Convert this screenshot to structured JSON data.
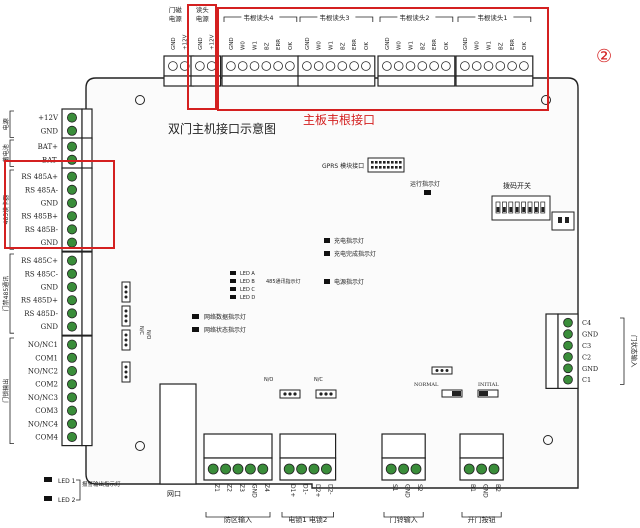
{
  "marker": "②",
  "board_title": "双门主机接口示意图",
  "mainboard_label": "主板韦根接口",
  "gprs_label": "GPRS 模块接口",
  "run_led_label": "运行指示灯",
  "dip_label": "拨码开关",
  "charge_led_label": "充电指示灯",
  "charge_done_label": "充电完成指示灯",
  "power_led_label": "电源指示灯",
  "net_data_led_label": "网络数据指示灯",
  "net_status_led_label": "网络状态指示灯",
  "rs485_led_label": "485通讯指示灯",
  "rs485_leds": [
    "LED A",
    "LED B",
    "LED C",
    "LED D"
  ],
  "nc_no": [
    "N/C",
    "N/O",
    "N/O",
    "N/C"
  ],
  "normal_label": "NORMAL",
  "initial_label": "INITIAL",
  "led1_label": "LED 1",
  "led2_label": "LED 2",
  "alarm_led_label": "报警输出指示灯",
  "network_label": "网口",
  "top_groups": [
    {
      "label": "门磁电源",
      "pins": [
        "GND",
        "+12V"
      ]
    },
    {
      "label": "读头电源",
      "pins": [
        "GND",
        "+12V"
      ]
    },
    {
      "label": "韦根读头4",
      "pins": [
        "GND",
        "W0",
        "W1",
        "BZ",
        "ERR",
        "OK"
      ]
    },
    {
      "label": "韦根读头3",
      "pins": [
        "GND",
        "W0",
        "W1",
        "BZ",
        "ERR",
        "OK"
      ]
    },
    {
      "label": "韦根读头2",
      "pins": [
        "GND",
        "W0",
        "W1",
        "BZ",
        "ERR",
        "OK"
      ]
    },
    {
      "label": "韦根读头1",
      "pins": [
        "GND",
        "W0",
        "W1",
        "BZ",
        "ERR",
        "OK"
      ]
    }
  ],
  "left_groups": [
    {
      "label": "电源",
      "pins": [
        "+12V",
        "GND"
      ]
    },
    {
      "label": "蓄电池",
      "pins": [
        "BAT+",
        "BAT-"
      ]
    },
    {
      "label": "485读卡器",
      "pins": [
        "RS 485A+",
        "RS 485A-",
        "GND",
        "RS 485B+",
        "RS 485B-",
        "GND"
      ]
    },
    {
      "label": "门禁485通讯",
      "pins": [
        "RS 485C+",
        "RS 485C-",
        "GND",
        "RS 485D+",
        "RS 485D-",
        "GND"
      ]
    },
    {
      "label": "门锁输出",
      "pins": [
        "NO/NC1",
        "COM1",
        "NO/NC2",
        "COM2",
        "NO/NC3",
        "COM3",
        "NO/NC4",
        "COM4"
      ]
    }
  ],
  "right_group": {
    "label": "门状态输入",
    "pins": [
      "C4",
      "GND",
      "C3",
      "C2",
      "GND",
      "C1"
    ]
  },
  "bottom_groups": [
    {
      "label": "防区输入",
      "pins": [
        "Z1",
        "Z2",
        "Z3",
        "GND",
        "Z4"
      ]
    },
    {
      "label": "电锁1 电锁2",
      "pins": [
        "D1+",
        "D1-",
        "D2+",
        "D2-"
      ]
    },
    {
      "label": "门铃输入",
      "pins": [
        "S1",
        "GND",
        "S2"
      ]
    },
    {
      "label": "开门按钮",
      "pins": [
        "B1",
        "GND",
        "B2"
      ]
    }
  ],
  "colors": {
    "highlight": "#d42020",
    "terminal": "#3a8d3a"
  }
}
